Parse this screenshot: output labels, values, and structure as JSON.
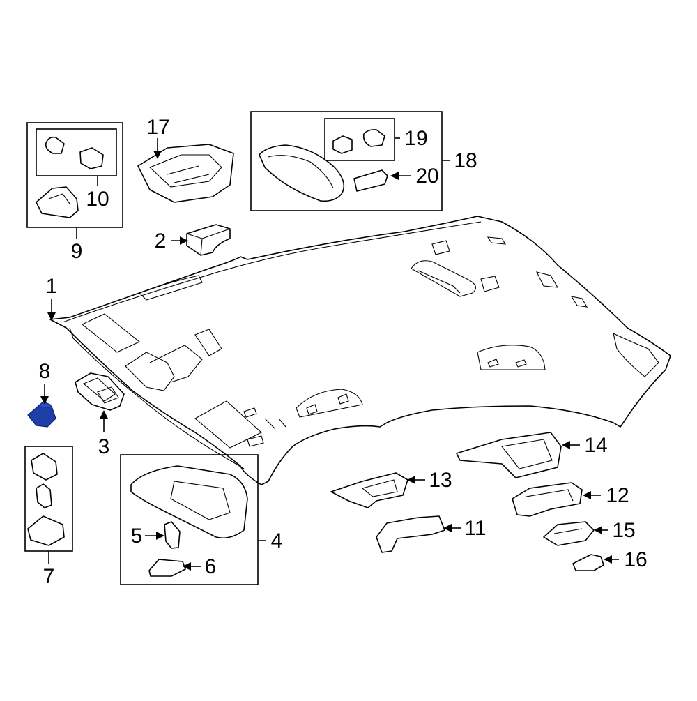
{
  "callouts": {
    "c1": "1",
    "c2": "2",
    "c3": "3",
    "c4": "4",
    "c5": "5",
    "c6": "6",
    "c7": "7",
    "c8": "8",
    "c9": "9",
    "c10": "10",
    "c11": "11",
    "c12": "12",
    "c13": "13",
    "c14": "14",
    "c15": "15",
    "c16": "16",
    "c17": "17",
    "c18": "18",
    "c19": "19",
    "c20": "20"
  },
  "colors": {
    "line": "#000000",
    "background": "#ffffff",
    "highlight_part": "#1e3fa8"
  }
}
